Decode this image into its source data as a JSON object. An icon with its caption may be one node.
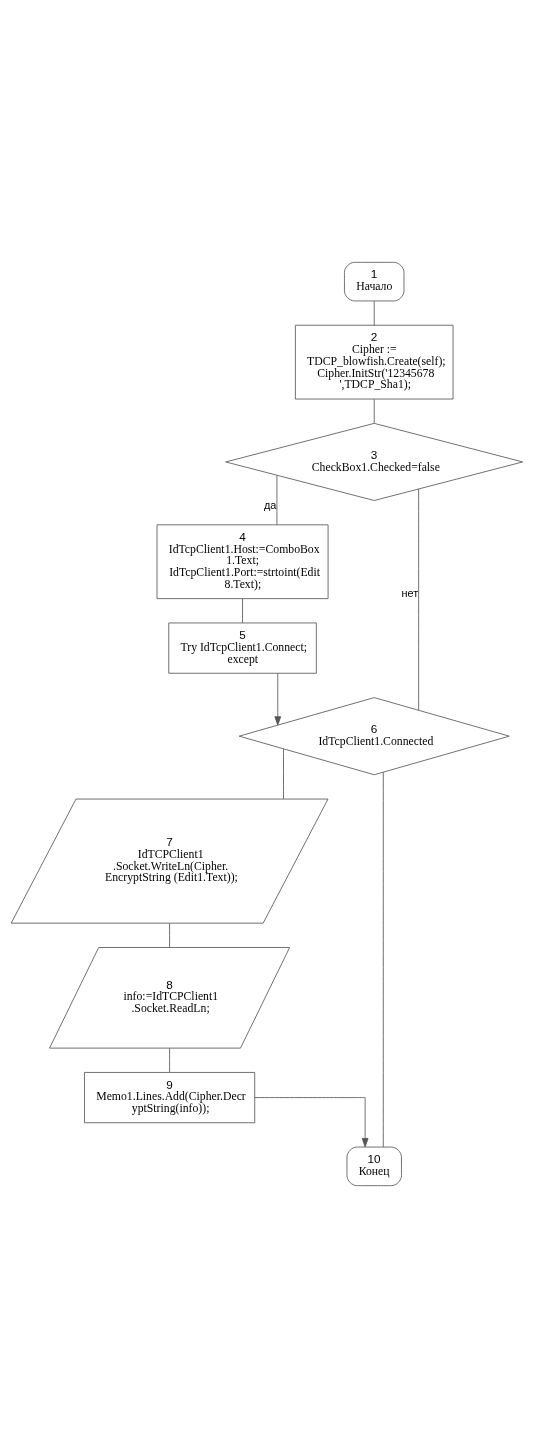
{
  "diagram": {
    "nodes": [
      {
        "text": [
          "1",
          "Начало"
        ]
      },
      {
        "text": [
          "2",
          "Cipher := TDCP_blowfish.Create(self); Cipher.InitStr('12345678 ',TDCP_Sha1);"
        ]
      },
      {
        "text": [
          "3",
          "CheckBox1.Checked=false"
        ]
      },
      {
        "text": [
          "4",
          "IdTcpClient1.Host:=ComboBox 1.Text; IdTcpClient1.Port:=strtoint(Edit 8.Text);"
        ]
      },
      {
        "text": [
          "5",
          "Try IdTcpClient1.Connect; except"
        ]
      },
      {
        "text": [
          "6",
          "IdTcpClient1.Connected"
        ]
      },
      {
        "text": [
          "7",
          "IdTCPClient1 .Socket.WriteLn(Cipher. EncryptString (Edit1.Text));"
        ]
      },
      {
        "text": [
          "8",
          "info:=IdTCPClient1 .Socket.ReadLn;"
        ]
      },
      {
        "text": [
          "9",
          "Memo1.Lines.Add(Cipher.Decr yptString(info));"
        ]
      },
      {
        "text": [
          "10",
          "Конец"
        ]
      }
    ],
    "edges": [
      {
        "from": 0,
        "to": 1,
        "arrow": "none"
      },
      {
        "from": 1,
        "to": 2,
        "arrow": "none"
      },
      {
        "from": 2,
        "to": 3,
        "arrow": "none",
        "label": "да"
      },
      {
        "from": 3,
        "to": 4,
        "arrow": "none"
      },
      {
        "from": 4,
        "to": 5,
        "arrow": "to"
      },
      {
        "from": 2,
        "to": 5,
        "arrow": "none",
        "label": "нет"
      },
      {
        "from": 5,
        "to": 6,
        "arrow": "none"
      },
      {
        "from": 6,
        "to": 7,
        "arrow": "none"
      },
      {
        "from": 7,
        "to": 8,
        "arrow": "none"
      },
      {
        "from": 8,
        "to": 9,
        "arrow": "to"
      },
      {
        "from": 5,
        "to": 9,
        "arrow": "none"
      }
    ]
  }
}
